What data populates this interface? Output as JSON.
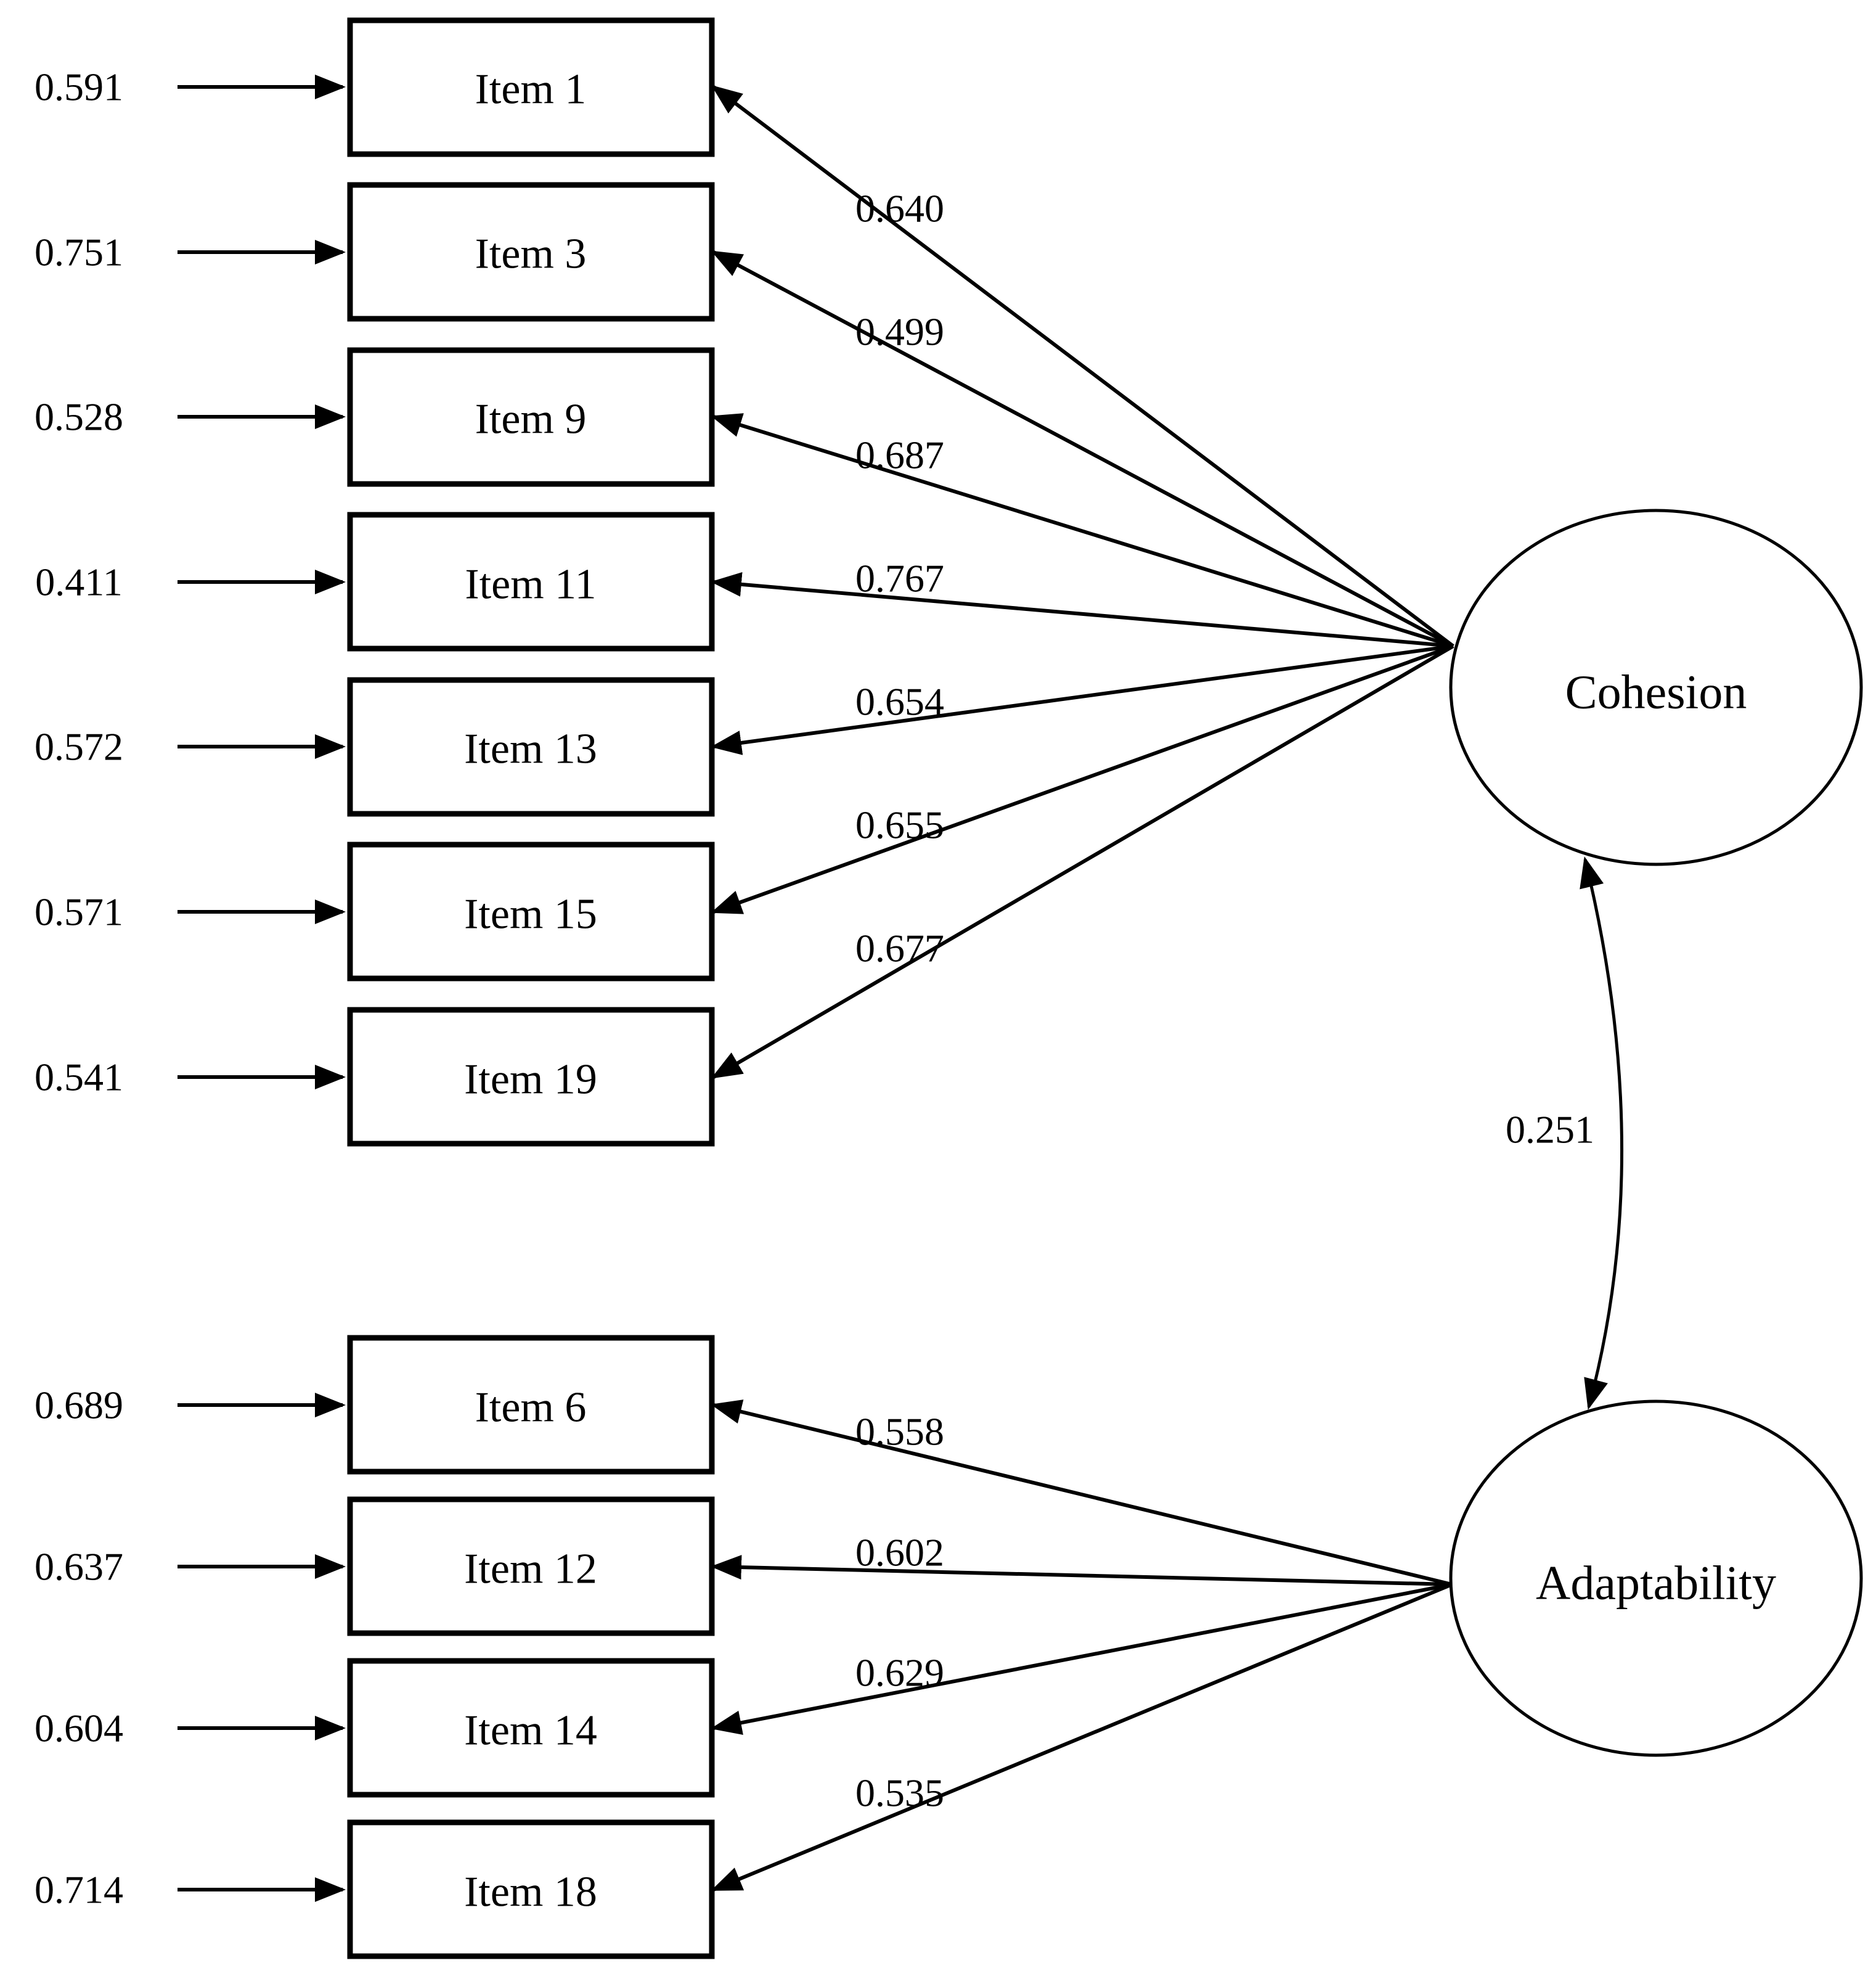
{
  "figure": {
    "type": "sem-path-diagram",
    "factors": [
      {
        "name": "Cohesion",
        "items": [
          {
            "label": "Item 1",
            "error": "0.591",
            "loading": "0.640"
          },
          {
            "label": "Item 3",
            "error": "0.751",
            "loading": "0.499"
          },
          {
            "label": "Item 9",
            "error": "0.528",
            "loading": "0.687"
          },
          {
            "label": "Item 11",
            "error": "0.411",
            "loading": "0.767"
          },
          {
            "label": "Item 13",
            "error": "0.572",
            "loading": "0.654"
          },
          {
            "label": "Item 15",
            "error": "0.571",
            "loading": "0.655"
          },
          {
            "label": "Item 19",
            "error": "0.541",
            "loading": "0.677"
          }
        ]
      },
      {
        "name": "Adaptability",
        "items": [
          {
            "label": "Item 6",
            "error": "0.689",
            "loading": "0.558"
          },
          {
            "label": "Item 12",
            "error": "0.637",
            "loading": "0.602"
          },
          {
            "label": "Item 14",
            "error": "0.604",
            "loading": "0.629"
          },
          {
            "label": "Item 18",
            "error": "0.714",
            "loading": "0.535"
          }
        ]
      }
    ],
    "correlation": {
      "value": "0.251",
      "between": [
        "Cohesion",
        "Adaptability"
      ]
    },
    "colors": {
      "ink": "#000000",
      "background": "#ffffff"
    }
  }
}
